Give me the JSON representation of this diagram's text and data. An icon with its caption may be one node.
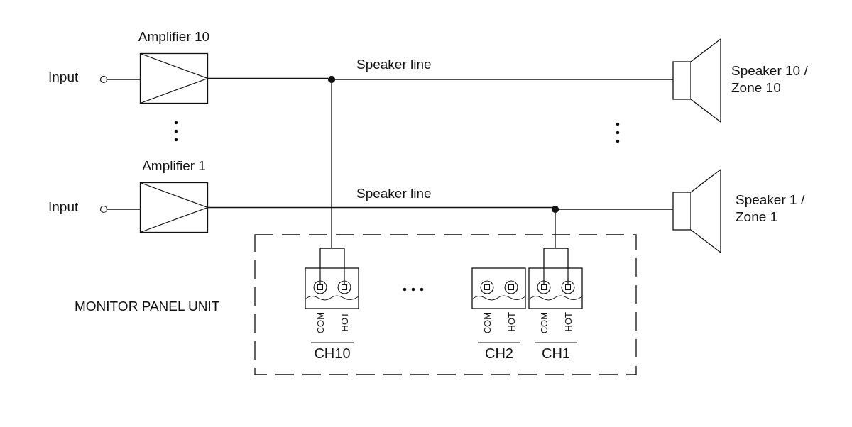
{
  "diagram": {
    "nodes": [
      {
        "text": [],
        "shape": "circle",
        "beside": [
          "Input"
        ]
      },
      {
        "text": [
          "Amplifier 10"
        ]
      },
      {
        "text": [],
        "shape": "circle"
      },
      {
        "text": [
          "Speaker 10 / Zone 10"
        ]
      },
      {
        "text": [],
        "shape": "circle",
        "beside": [
          "Input"
        ]
      },
      {
        "text": [
          "Amplifier 1"
        ]
      },
      {
        "text": [],
        "shape": "circle"
      },
      {
        "text": [
          "Speaker 1 / Zone 1"
        ]
      },
      {
        "text": [
          "MONITOR PANEL UNIT"
        ]
      },
      {
        "text": [
          "COM",
          "HOT",
          "CH10"
        ],
        "in": 8
      },
      {
        "text": [
          "COM",
          "HOT",
          "CH2"
        ],
        "in": 8
      },
      {
        "text": [
          "COM",
          "HOT",
          "CH1"
        ],
        "in": 8
      }
    ],
    "edges": [
      {
        "from": 0,
        "to": 1,
        "arrow": "none"
      },
      {
        "from": 1,
        "to": 2,
        "arrow": "none"
      },
      {
        "from": 2,
        "to": 3,
        "arrow": "none",
        "label": "Speaker line"
      },
      {
        "from": 2,
        "to": 9,
        "arrow": "none"
      },
      {
        "from": 4,
        "to": 5,
        "arrow": "none"
      },
      {
        "from": 5,
        "to": 6,
        "arrow": "none",
        "label": "Speaker line"
      },
      {
        "from": 6,
        "to": 7,
        "arrow": "none"
      },
      {
        "from": 6,
        "to": 11,
        "arrow": "none"
      }
    ]
  }
}
